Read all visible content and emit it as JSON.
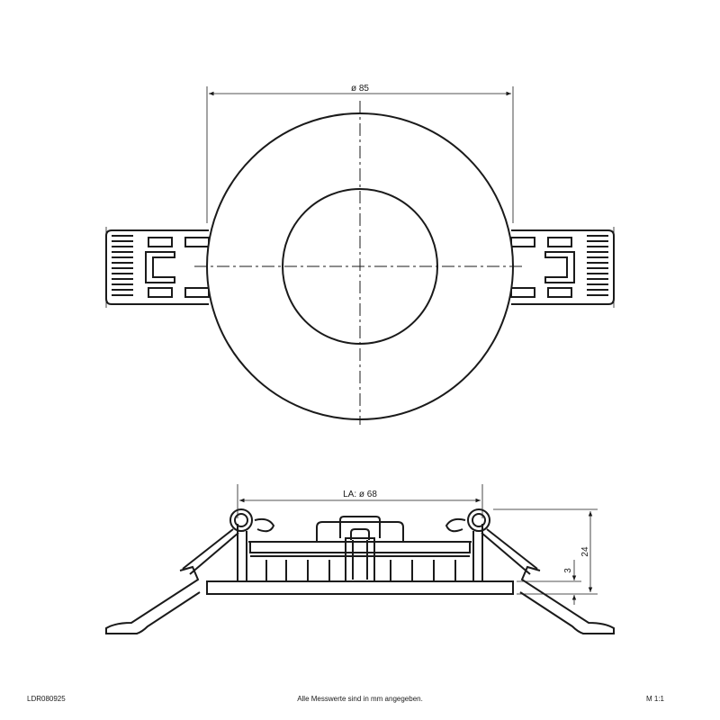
{
  "dimensions": {
    "outer_diameter": "ø 85",
    "cutout_diameter": "LA: ø 68",
    "height": "24",
    "ring_thickness": "3"
  },
  "footer": {
    "article_number": "LDR080925",
    "note": "Alle Messwerte sind in mm angegeben.",
    "scale": "M 1:1"
  }
}
